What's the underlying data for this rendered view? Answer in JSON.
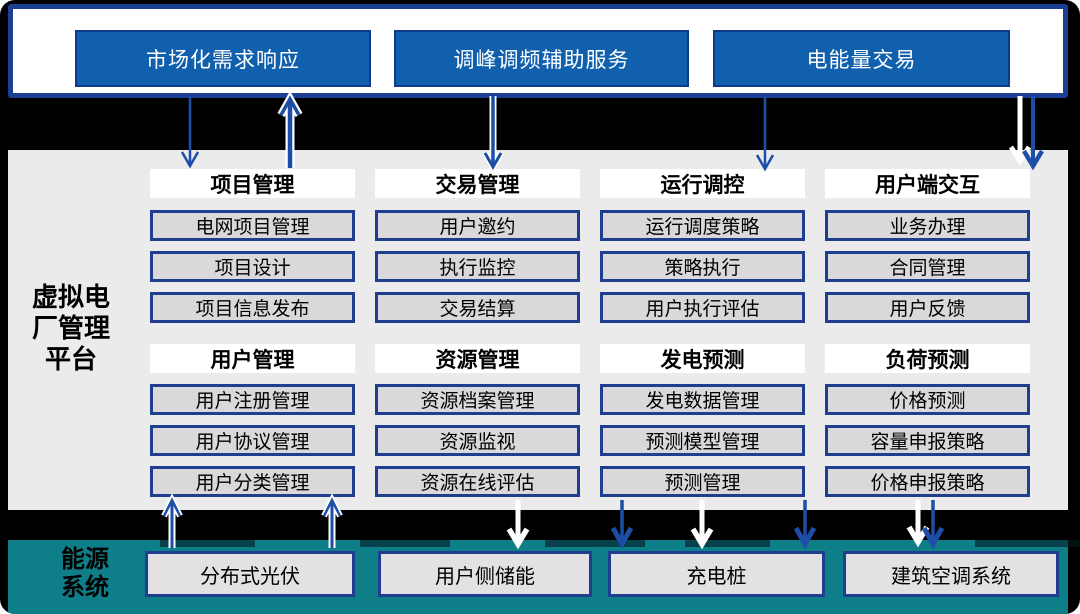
{
  "top_bar": {
    "items": [
      {
        "label": "市场化需求响应"
      },
      {
        "label": "调峰调频辅助服务"
      },
      {
        "label": "电能量交易"
      }
    ]
  },
  "platform": {
    "label": "虚拟电厂管理平台",
    "label_lines": [
      "虚拟电",
      "厂管理",
      "平台"
    ],
    "modules": [
      {
        "title": "项目管理",
        "items": [
          "电网项目管理",
          "项目设计",
          "项目信息发布"
        ]
      },
      {
        "title": "交易管理",
        "items": [
          "用户邀约",
          "执行监控",
          "交易结算"
        ]
      },
      {
        "title": "运行调控",
        "items": [
          "运行调度策略",
          "策略执行",
          "用户执行评估"
        ]
      },
      {
        "title": "用户端交互",
        "items": [
          "业务办理",
          "合同管理",
          "用户反馈"
        ]
      },
      {
        "title": "用户管理",
        "items": [
          "用户注册管理",
          "用户协议管理",
          "用户分类管理"
        ]
      },
      {
        "title": "资源管理",
        "items": [
          "资源档案管理",
          "资源监视",
          "资源在线评估"
        ]
      },
      {
        "title": "发电预测",
        "items": [
          "发电数据管理",
          "预测模型管理",
          "预测管理"
        ]
      },
      {
        "title": "负荷预测",
        "items": [
          "价格预测",
          "容量申报策略",
          "价格申报策略"
        ]
      }
    ]
  },
  "energy": {
    "label": "能源系统",
    "label_lines": [
      "能源",
      "系统"
    ],
    "items": [
      "分布式光伏",
      "用户侧储能",
      "充电桩",
      "建筑空调系统"
    ]
  },
  "colors": {
    "background": "#000000",
    "market_button_blue": "#1160ae",
    "navy_border": "#1f3e8f",
    "top_bar_border": "#1b3f94",
    "arrow_blue": "#1d4ea7",
    "arrow_white": "#ffffff",
    "platform_gray": "#ebebeb",
    "box_gray": "#d9d9d9",
    "energy_teal": "#0e7e88"
  }
}
